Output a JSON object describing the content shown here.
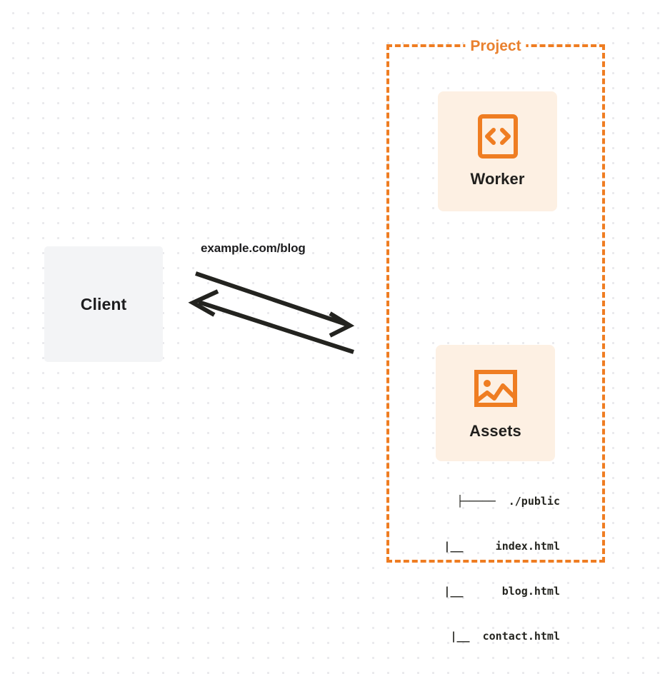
{
  "diagram": {
    "title": "",
    "background": {
      "dot_color": "#e9e9ec",
      "page_color": "#ffffff"
    },
    "colors": {
      "accent_orange": "#ef7d22",
      "label_orange": "#e9812f",
      "card_fill": "#fdf0e3",
      "client_fill": "#f3f4f6",
      "text_dark": "#1d1d1f",
      "arrow_color": "#23231f"
    },
    "client": {
      "label": "Client",
      "icon": "none"
    },
    "connector": {
      "label": "example.com/blog",
      "request_direction": "client-to-project",
      "response_direction": "project-to-client",
      "arrow_count": 2
    },
    "project_group": {
      "label": "Project",
      "border_style": "dashed"
    },
    "nodes": [
      {
        "id": "worker",
        "label": "Worker",
        "icon": "code-brackets-icon"
      },
      {
        "id": "assets",
        "label": "Assets",
        "icon": "image-icon"
      }
    ],
    "file_tree": {
      "rows": [
        "├─────  ./public",
        "   |__     index.html",
        "   |__      blog.html",
        "   |__  contact.html"
      ],
      "entries": [
        {
          "name": "./public",
          "type": "directory"
        },
        {
          "name": "index.html",
          "type": "file"
        },
        {
          "name": "blog.html",
          "type": "file"
        },
        {
          "name": "contact.html",
          "type": "file"
        }
      ]
    }
  }
}
